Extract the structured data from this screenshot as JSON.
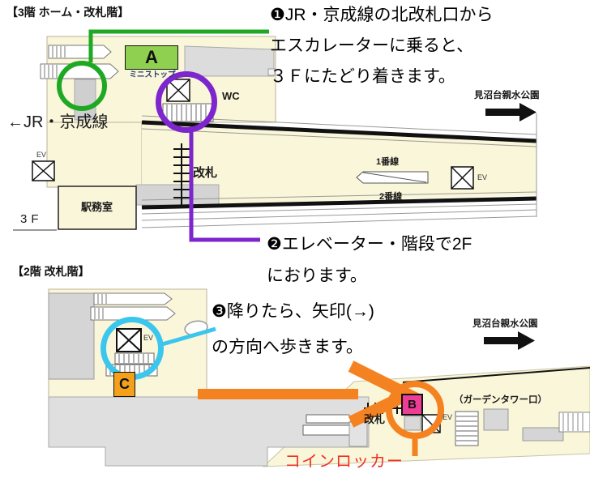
{
  "colors": {
    "floor_cream": "#FAF6D9",
    "annotation_green": "#1FA824",
    "annotation_purple": "#7D26CD",
    "annotation_cyan": "#3BC6EE",
    "annotation_orange": "#F58220",
    "marker_a_green": "#8FD051",
    "marker_b_pink": "#EE3D96",
    "marker_c_orange": "#F5A01B",
    "coin_locker_red": "#EE3124"
  },
  "floor3": {
    "title": "【3階 ホーム・改札階】",
    "floor_label": "3F",
    "jr_keisei": "←JR・京成線",
    "marker_a": "A",
    "ministop": "ミニストップ",
    "wc": "WC",
    "ev_left": "EV",
    "gate": "改札",
    "station_office": "駅務室",
    "platform1": "1番線",
    "platform2": "2番線",
    "ev_platform": "EV",
    "park": "見沼台親水公園"
  },
  "floor2": {
    "title": "【2階 改札階】",
    "ev": "EV",
    "marker_c": "C",
    "gate": "改札",
    "marker_b": "B",
    "ev_right": "EV",
    "garden_tower_exit": "（ガーデンタワー口）",
    "park": "見沼台親水公園",
    "coin_locker": "コインロッカー"
  },
  "steps": {
    "step1_line1": "❶JR・京成線の北改札口から",
    "step1_line2": "エスカレーターに乗ると、",
    "step1_line3": "３Ｆにたどり着きます。",
    "step2_line1": "❷エレベーター・階段で2F",
    "step2_line2": "におります。",
    "step3_line1": "❸降りたら、矢印(→)",
    "step3_line2": "の方向へ歩きます。"
  }
}
